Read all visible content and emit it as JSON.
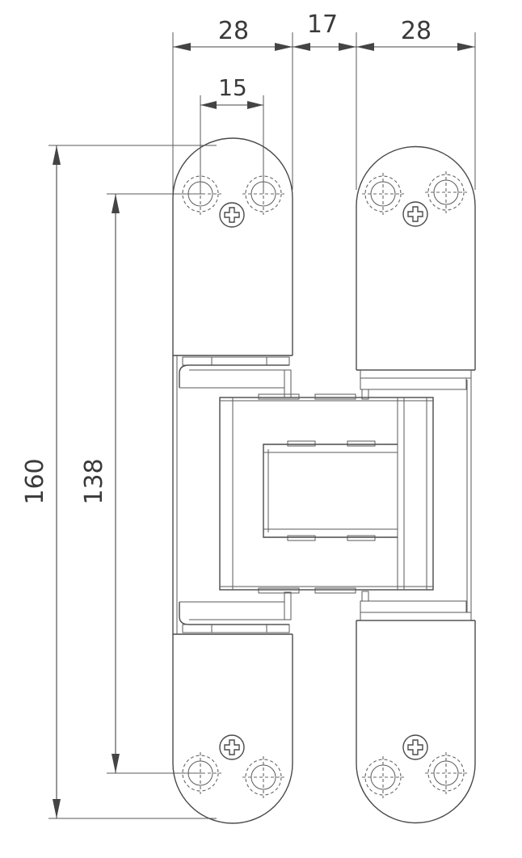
{
  "dimensions": {
    "top_left_width": "28",
    "top_gap": "17",
    "top_right_width": "28",
    "hole_spacing": "15",
    "overall_height": "160",
    "hole_centers_height": "138"
  },
  "colors": {
    "line": "#4a4a4a",
    "text": "#3a3a3a",
    "background": "#ffffff"
  },
  "icons": {
    "screw": "phillips-screw-icon",
    "mount_hole": "mounting-hole-icon"
  }
}
